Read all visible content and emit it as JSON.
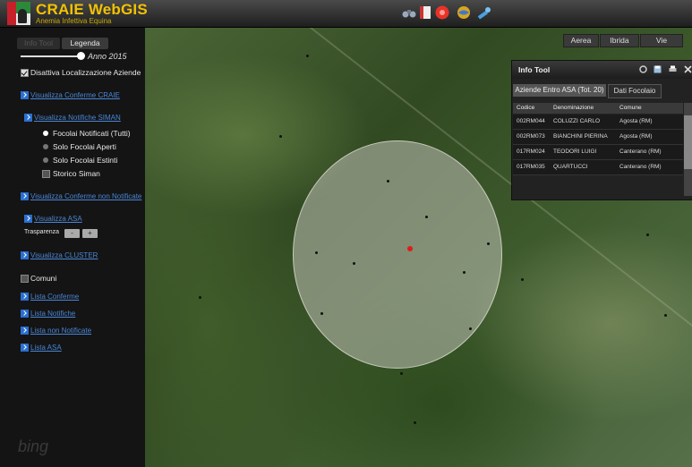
{
  "app": {
    "title": "CRAIE WebGIS",
    "subtitle": "Anemia Infettiva Equina"
  },
  "colors": {
    "title": "#f2c200",
    "link": "#4a86d6",
    "focolaio": "#e01b1b"
  },
  "toolbar": [
    "binoculars-icon",
    "book-icon",
    "stop-icon",
    "globe-icon",
    "tools-icon"
  ],
  "sidebar": {
    "tabs": [
      "Info Tool",
      "Legenda"
    ],
    "anno": "Anno 2015",
    "year_progress": 1.0,
    "disattiva": "Disattiva Localizzazione Aziende",
    "conferme_craie": "Visualizza Conferme CRAIE",
    "notifiche_siman": "Visualizza Notifiche SIMAN",
    "opt_tutti": "Focolai Notificati (Tutti)",
    "opt_aperti": "Solo Focolai Aperti",
    "opt_estinti": "Solo Focolai Estinti",
    "storico": "Storico Siman",
    "conferme_non_notificate": "Visualizza Conferme non Notificate",
    "asa": "Visualizza ASA",
    "trasparenza": "Trasparenza",
    "minus": "-",
    "plus": "+",
    "cluster": "Visualizza CLUSTER",
    "comuni": "Comuni",
    "lista_conferme": "Lista Conferme",
    "lista_notifiche": "Lista Notifiche",
    "lista_non_notificate": "Lista non Notificate",
    "lista_asa": "Lista ASA",
    "bing": "bing"
  },
  "map": {
    "buttons": [
      "Aerea",
      "Ibrida",
      "Vie"
    ]
  },
  "info_tool": {
    "title": "Info Tool",
    "tabs": [
      "Aziende Entro ASA (Tot. 20)",
      "Dati Focolaio"
    ],
    "columns": [
      "Codice",
      "Denominazione",
      "Comune"
    ],
    "rows": [
      [
        "002RM044",
        "COLUZZI CARLO",
        "Agosta (RM)"
      ],
      [
        "002RM073",
        "BIANCHINI PIERINA",
        "Agosta (RM)"
      ],
      [
        "017RM024",
        "TEODORI LUIGI",
        "Canterano (RM)"
      ],
      [
        "017RM035",
        "QUARTUCCI",
        "Canterano (RM)"
      ]
    ]
  }
}
